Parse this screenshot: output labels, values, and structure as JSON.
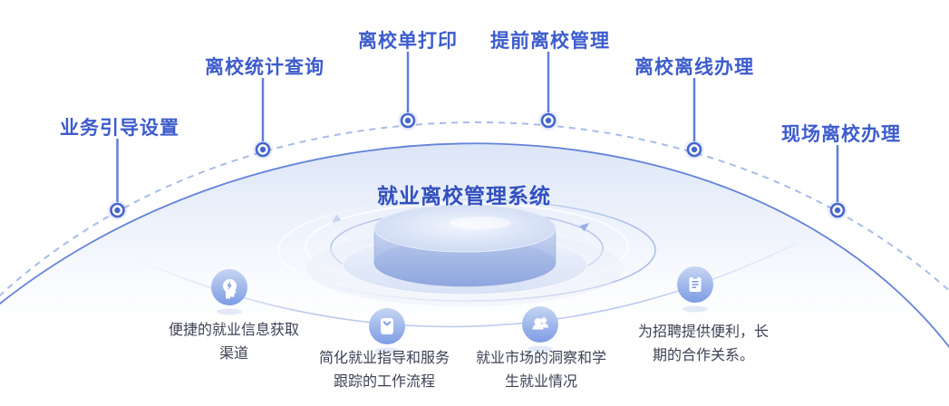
{
  "title": "就业离校管理系统",
  "features": [
    {
      "label": "业务引导设置"
    },
    {
      "label": "离校统计查询"
    },
    {
      "label": "离校单打印"
    },
    {
      "label": "提前离校管理"
    },
    {
      "label": "离校离线办理"
    },
    {
      "label": "现场离校办理"
    }
  ],
  "benefits": [
    {
      "icon": "insight-head-icon",
      "text": "便捷的就业信息获取渠道"
    },
    {
      "icon": "checklist-badge-icon",
      "text": "简化就业指导和服务跟踪的工作流程"
    },
    {
      "icon": "users-icon",
      "text": "就业市场的洞察和学生就业情况"
    },
    {
      "icon": "clipboard-icon",
      "text": "为招聘提供便利，长期的合作关系。"
    }
  ],
  "colors": {
    "accent_blue": "#3D5CCC",
    "title_blue": "#3250BE",
    "node_blue": "#4566CD",
    "solid_arc_blue": "#6483D9",
    "dashed_arc_blue": "#A8BCE8",
    "icon_gradient_top": "#C6D5F3",
    "icon_gradient_bottom": "#7E9CE4",
    "body_text": "#3E4254"
  }
}
